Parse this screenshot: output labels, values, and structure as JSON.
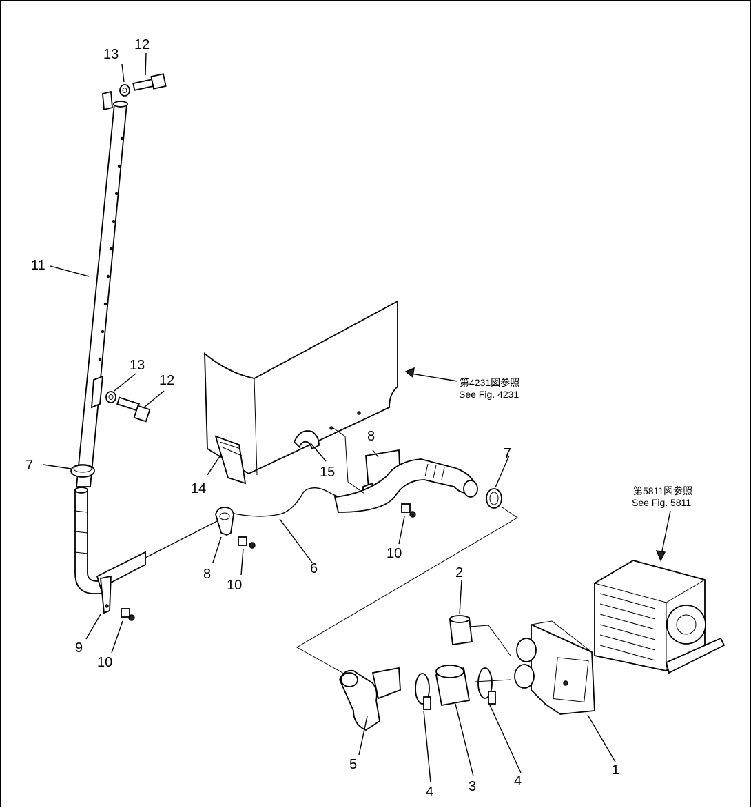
{
  "labels": {
    "p1": "1",
    "p2": "2",
    "p3": "3",
    "p4a": "4",
    "p4b": "4",
    "p5": "5",
    "p6": "6",
    "p7a": "7",
    "p7b": "7",
    "p8a": "8",
    "p8b": "8",
    "p9": "9",
    "p10a": "10",
    "p10b": "10",
    "p10c": "10",
    "p11": "11",
    "p12a": "12",
    "p12b": "12",
    "p13a": "13",
    "p13b": "13",
    "p14": "14",
    "p15": "15"
  },
  "references": {
    "ref4231_jp": "第4231図参照",
    "ref4231_en": "See Fig. 4231",
    "ref5811_jp": "第5811図参照",
    "ref5811_en": "See Fig. 5811"
  }
}
